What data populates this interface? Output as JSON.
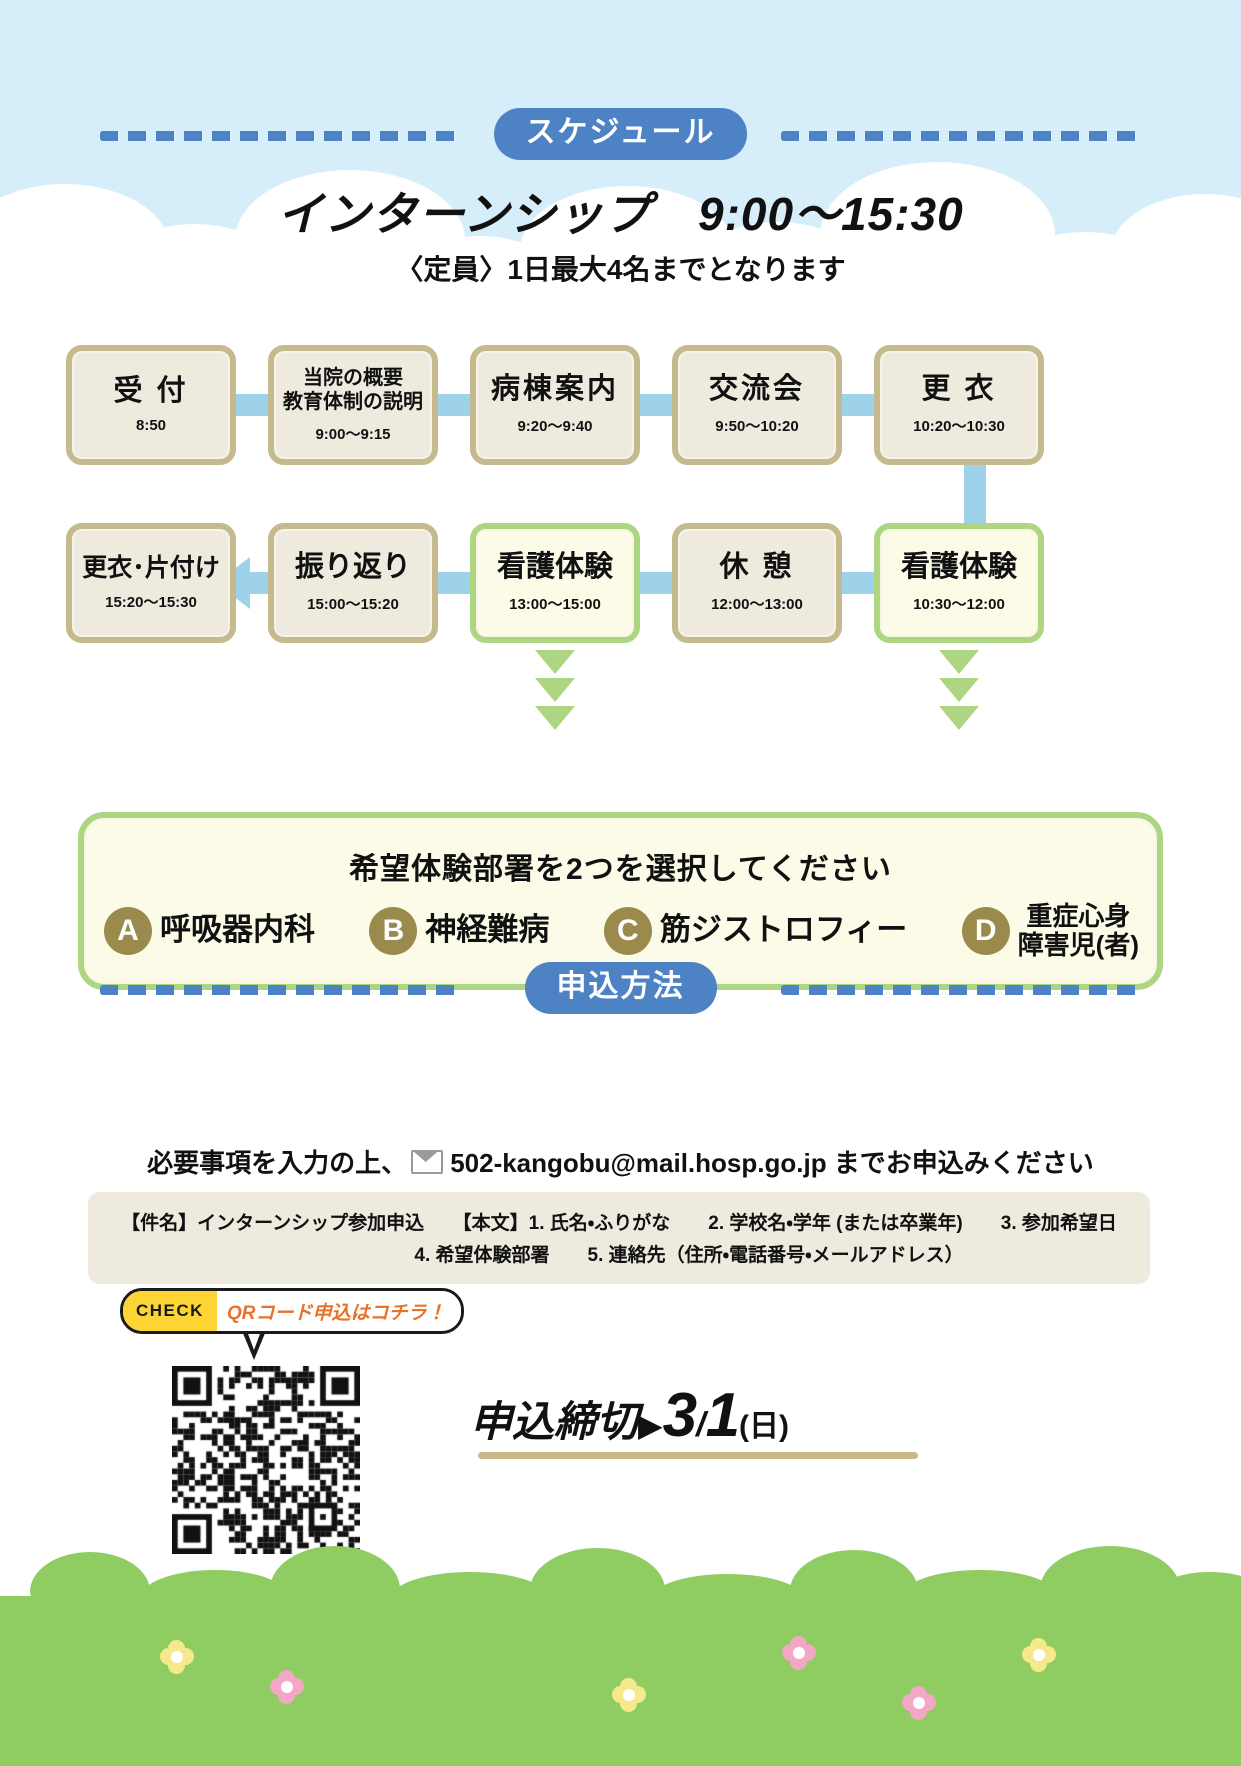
{
  "header": {
    "schedule_badge": "スケジュール",
    "main_title": "インターンシップ　9:00〜15:30",
    "sub_title": "〈定員〉1日最大4名までとなります"
  },
  "schedule": {
    "row1": [
      {
        "label": "受 付",
        "time": "8:50",
        "style": "tan",
        "two_line": false
      },
      {
        "label": "当院の概要\n教育体制の説明",
        "line1": "当院の概要",
        "line2": "教育体制の説明",
        "time": "9:00〜9:15",
        "style": "tan",
        "two_line": true
      },
      {
        "label": "病棟案内",
        "time": "9:20〜9:40",
        "style": "tan",
        "two_line": false
      },
      {
        "label": "交流会",
        "time": "9:50〜10:20",
        "style": "tan",
        "two_line": false
      },
      {
        "label": "更 衣",
        "time": "10:20〜10:30",
        "style": "tan",
        "two_line": false
      }
    ],
    "row2": [
      {
        "label": "更衣･片付け",
        "time": "15:20〜15:30",
        "style": "tan",
        "two_line": false
      },
      {
        "label": "振り返り",
        "time": "15:00〜15:20",
        "style": "tan",
        "two_line": false
      },
      {
        "label": "看護体験",
        "time": "13:00〜15:00",
        "style": "green",
        "two_line": false
      },
      {
        "label": "休 憩",
        "time": "12:00〜13:00",
        "style": "tan",
        "two_line": false
      },
      {
        "label": "看護体験",
        "time": "10:30〜12:00",
        "style": "green",
        "two_line": false
      }
    ]
  },
  "departments": {
    "heading": "希望体験部署を2つを選択してください",
    "items": [
      {
        "letter": "A",
        "name": "呼吸器内科",
        "two_line": false
      },
      {
        "letter": "B",
        "name": "神経難病",
        "two_line": false
      },
      {
        "letter": "C",
        "name": "筋ジストロフィー",
        "two_line": false
      },
      {
        "letter": "D",
        "name": "重症心身\n障害児(者)",
        "line1": "重症心身",
        "line2": "障害児(者)",
        "two_line": true
      }
    ]
  },
  "application": {
    "badge": "申込方法",
    "lead_before": "必要事項を入力の上、",
    "email": "502-kangobu@mail.hosp.go.jp",
    "lead_after": " までお申込みください",
    "notice_line1": "【件名】インターンシップ参加申込　　【本文】1. 氏名・ふりがな　　2. 学校名・学年 (または卒業年)　　3. 参加希望日",
    "notice_line2": "4. 希望体験部署　　5. 連絡先（住所・電話番号・メールアドレス）",
    "check_tag": "CHECK",
    "check_text": "QRコード申込はコチラ！",
    "deadline_label": "申込締切",
    "deadline_arrow": "▶",
    "deadline_month": "3",
    "deadline_slash": "/",
    "deadline_day": "1",
    "deadline_weekday": "(日)"
  },
  "colors": {
    "sky": "#d6edfa",
    "accent_blue": "#4d82c4",
    "connector_blue": "#9ed2e8",
    "tan_border": "#c5b98e",
    "tan_fill": "#eeeade",
    "green_border": "#aed581",
    "green_fill": "#fbfbe8",
    "dept_circle": "#9a8a4b",
    "grass": "#8fcd63",
    "check_yellow": "#fcd535",
    "check_orange": "#e8722a"
  }
}
